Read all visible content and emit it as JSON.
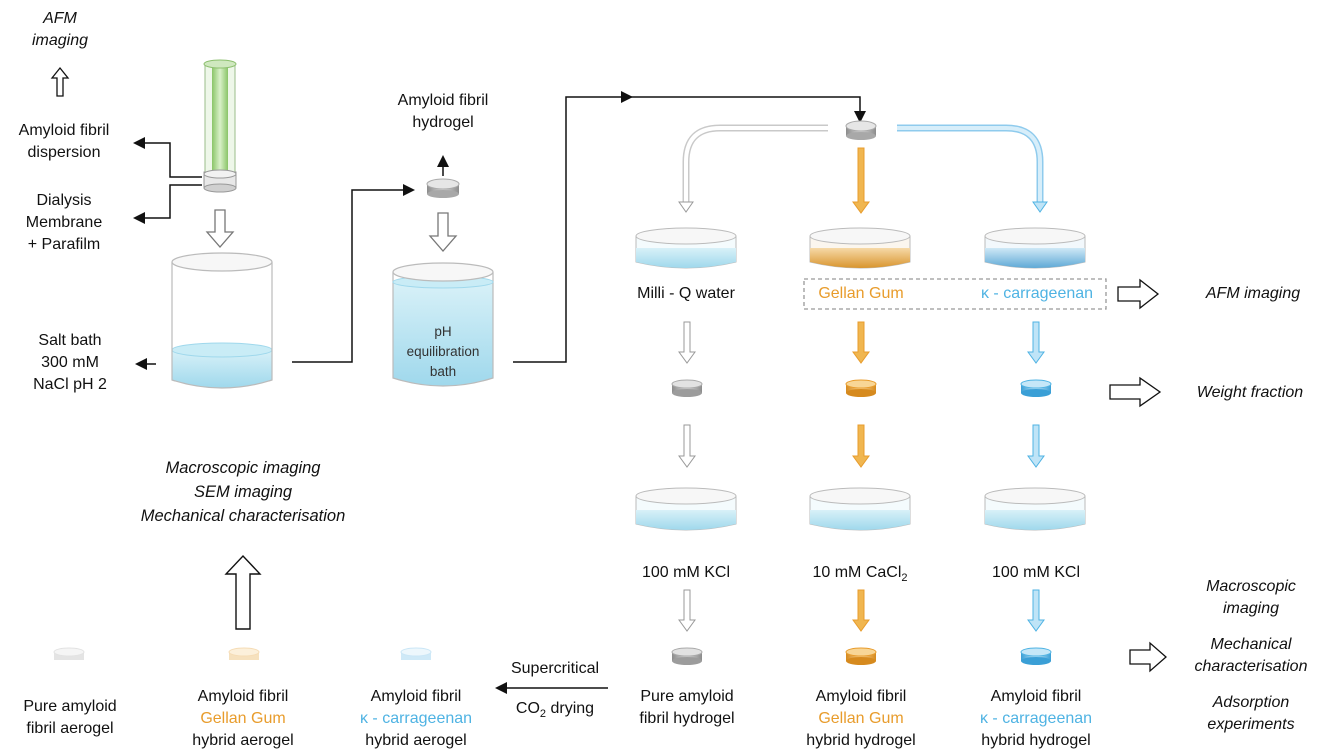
{
  "left": {
    "afm_top": [
      "AFM",
      "imaging"
    ],
    "dispersion": [
      "Amyloid fibril",
      "dispersion"
    ],
    "membrane": [
      "Dialysis",
      "Membrane",
      "+ Parafilm"
    ],
    "salt": [
      "Salt bath",
      "300 mM",
      "NaCl pH 2"
    ],
    "hydrogel_top": [
      "Amyloid fibril",
      "hydrogel"
    ],
    "ph_bath": [
      "pH",
      "equilibration",
      "bath"
    ]
  },
  "columns": {
    "water": {
      "bath": "Milli - Q water",
      "salt": "100 mM KCl",
      "result": [
        "Pure amyloid",
        "fibril hydrogel"
      ]
    },
    "gellan": {
      "bath": "Gellan Gum",
      "salt_prefix": "10 mM CaCl",
      "salt_sub": "2",
      "result": [
        "Amyloid fibril",
        "Gellan Gum",
        "hybrid hydrogel"
      ]
    },
    "carrageenan": {
      "bath": "κ - carrageenan",
      "salt": "100 mM KCl",
      "result": [
        "Amyloid fibril",
        "κ - carrageenan",
        "hybrid hydrogel"
      ]
    }
  },
  "right_labels": {
    "afm": "AFM imaging",
    "weight": "Weight fraction",
    "final": [
      "Macroscopic",
      "imaging",
      "Mechanical",
      "characterisation",
      "Adsorption",
      "experiments"
    ]
  },
  "drying": {
    "line1": "Supercritical",
    "co": "CO",
    "sub": "2",
    "rest": " drying"
  },
  "aerogels": {
    "pure": [
      "Pure amyloid",
      "fibril aerogel"
    ],
    "gellan": [
      "Amyloid fibril",
      "Gellan Gum",
      "hybrid aerogel"
    ],
    "carrageenan": [
      "Amyloid fibril",
      "κ - carrageenan",
      "hybrid aerogel"
    ]
  },
  "aerogel_analysis": [
    "Macroscopic imaging",
    "SEM imaging",
    "Mechanical characterisation"
  ],
  "colors": {
    "orange": "#E89C2C",
    "blue": "#4FB3E3",
    "gray": "#9a9a9a",
    "water": "#BDE6F2"
  }
}
